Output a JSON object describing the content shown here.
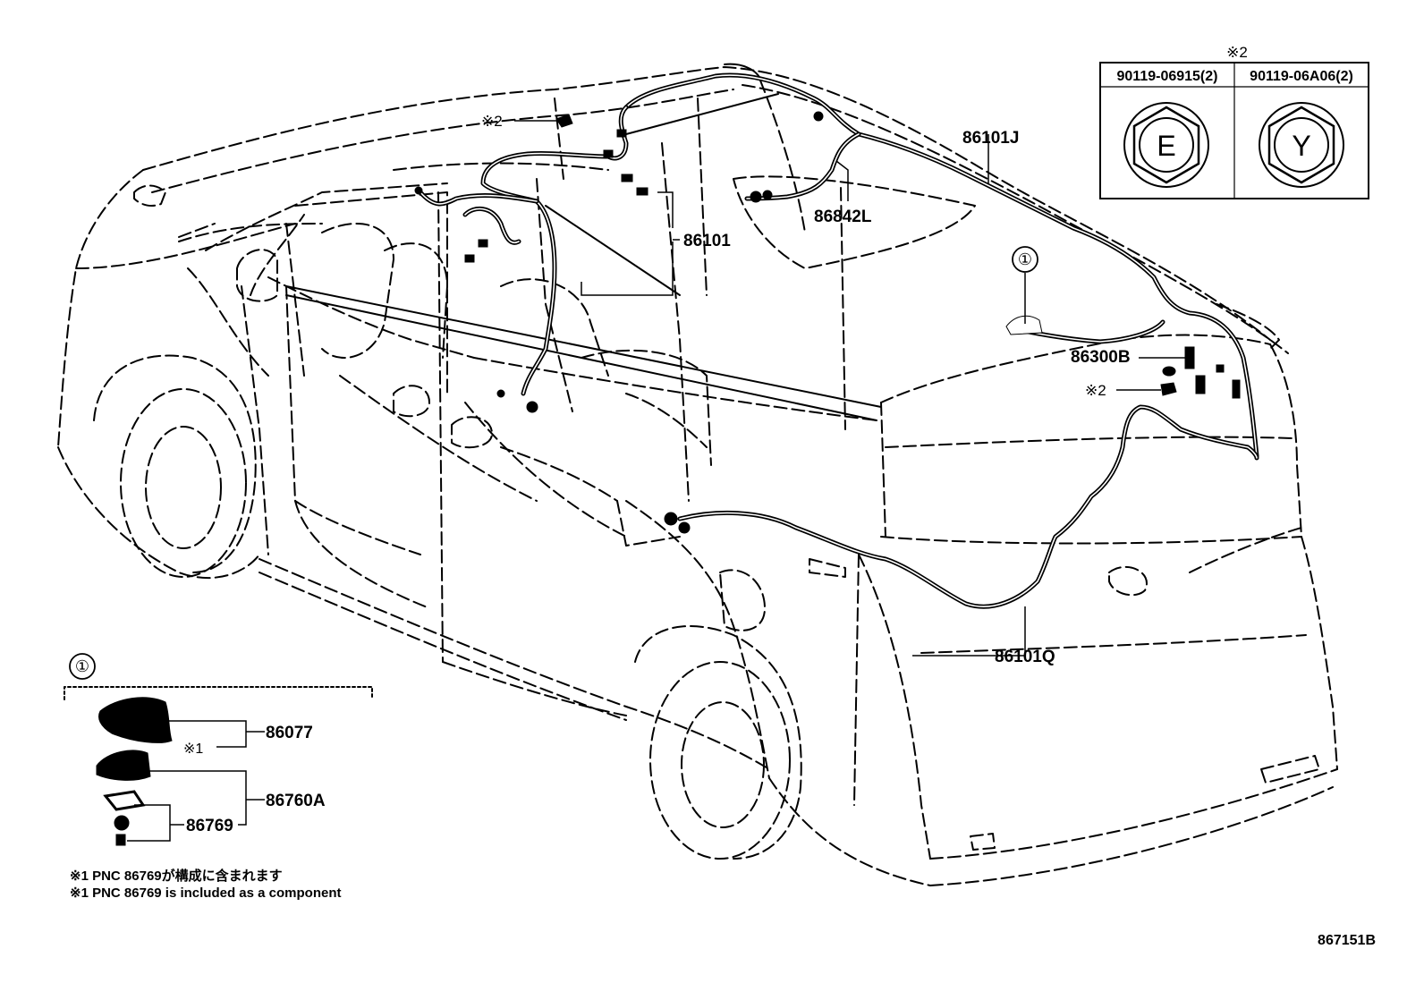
{
  "callouts": {
    "p86101J": "86101J",
    "p86842L": "86842L",
    "p86101": "86101",
    "p86300B": "86300B",
    "p86101Q": "86101Q",
    "p86077": "86077",
    "p86760A": "86760A",
    "p86769": "86769",
    "ref1_top": "①",
    "ref1_inset": "①",
    "note2_a": "※2",
    "note2_b": "※2",
    "note1_mark": "※1"
  },
  "bolt_table": {
    "header_mark": "※2",
    "col1_part": "90119-06915(2)",
    "col1_symbol": "E",
    "col2_part": "90119-06A06(2)",
    "col2_symbol": "Y"
  },
  "footnotes": {
    "jp": "※1 PNC 86769が構成に含まれます",
    "en": "※1 PNC 86769 is included as a component"
  },
  "figure_id": "867151B"
}
